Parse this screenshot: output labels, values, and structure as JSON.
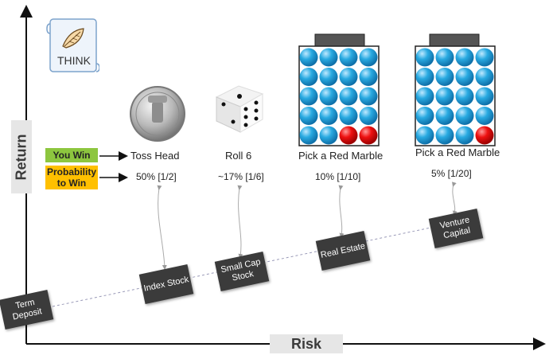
{
  "axes": {
    "y_label": "Return",
    "x_label": "Risk"
  },
  "logo": {
    "text": "THINK"
  },
  "legend": {
    "you_win": "You Win",
    "probability": "Probability to Win",
    "you_win_color": "#8dc63f",
    "probability_color": "#ffc000"
  },
  "games": [
    {
      "caption": "Toss Head",
      "probability": "50% [1/2]"
    },
    {
      "caption": "Roll 6",
      "probability": "~17% [1/6]"
    },
    {
      "caption": "Pick a Red Marble",
      "probability": "10% [1/10]"
    },
    {
      "caption": "Pick a Red Marble",
      "probability": "5% [1/20]"
    }
  ],
  "investments": [
    {
      "label": "Term Deposit"
    },
    {
      "label": "Index Stock"
    },
    {
      "label": "Small Cap Stock"
    },
    {
      "label": "Real Estate"
    },
    {
      "label": "Venture Capital"
    }
  ],
  "colors": {
    "marble_blue": "#29aae1",
    "marble_red": "#ee1111",
    "box_dark": "#3b3b3b"
  }
}
